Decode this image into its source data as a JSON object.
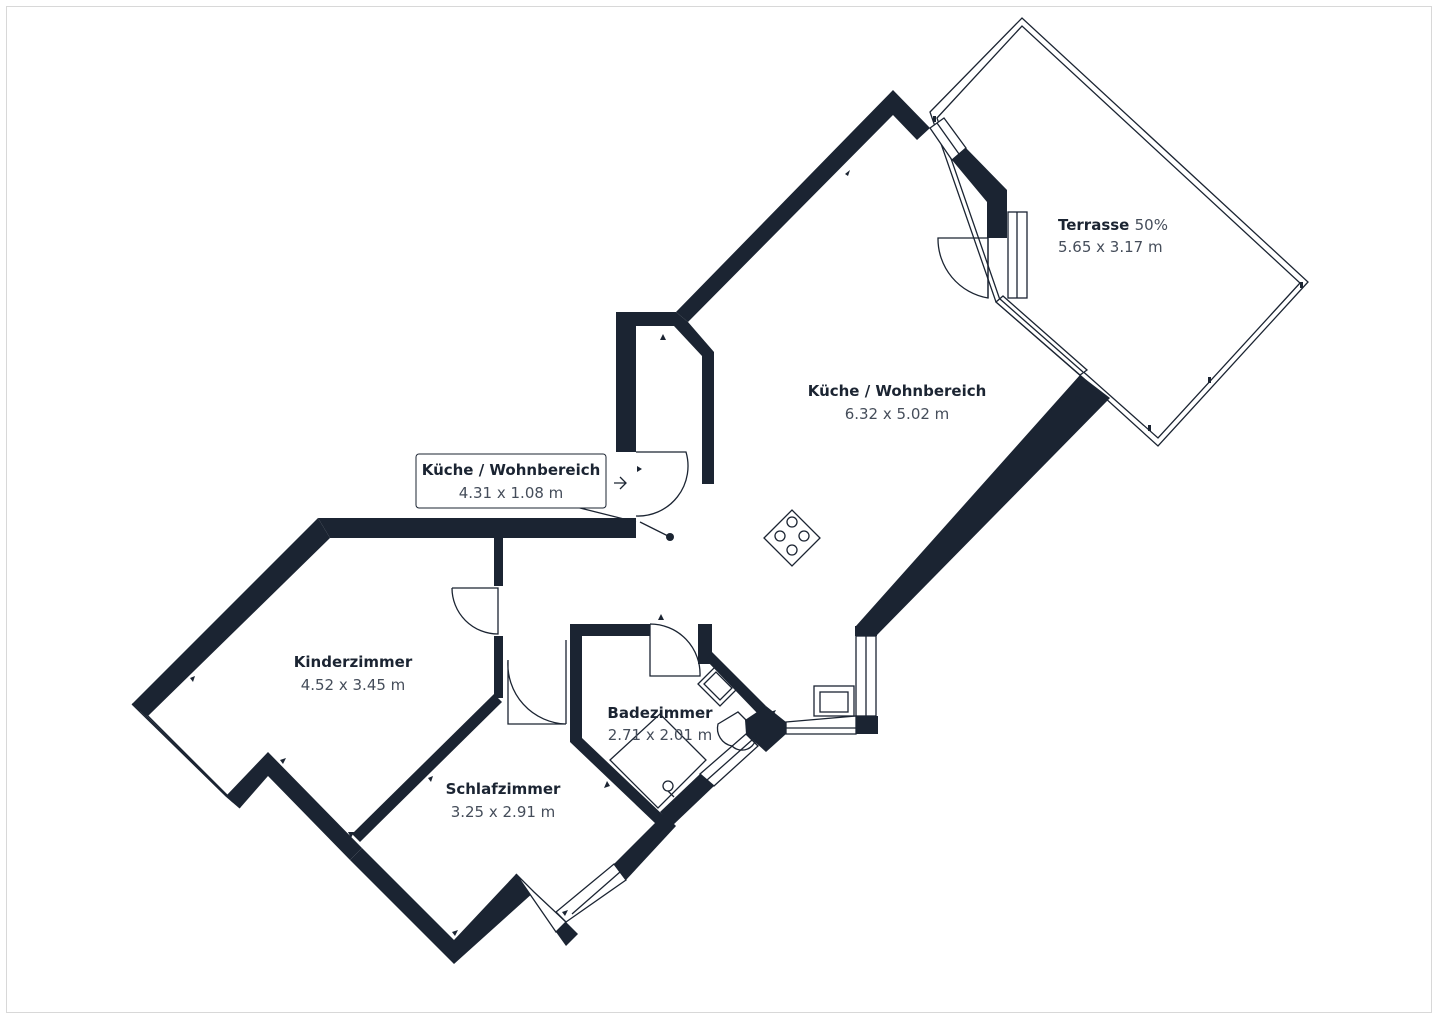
{
  "rooms": {
    "terrasse": {
      "name": "Terrasse",
      "percent": "50%",
      "dims": "5.65 x 3.17 m"
    },
    "kueche_main": {
      "name": "Küche / Wohnbereich",
      "dims": "6.32 x 5.02 m"
    },
    "kueche_small": {
      "name": "Küche / Wohnbereich",
      "dims": "4.31 x 1.08 m"
    },
    "kinderzimmer": {
      "name": "Kinderzimmer",
      "dims": "4.52 x 3.45 m"
    },
    "badezimmer": {
      "name": "Badezimmer",
      "dims": "2.71 x 2.01 m"
    },
    "schlafzimmer": {
      "name": "Schlafzimmer",
      "dims": "3.25 x 2.91 m"
    }
  },
  "colors": {
    "wall": "#1b2432",
    "text": "#1b2432",
    "subtext": "#454d5a"
  },
  "icons": [
    "stove-icon",
    "door-swing-icon",
    "window-icon",
    "toilet-icon",
    "shower-icon",
    "sink-icon"
  ]
}
